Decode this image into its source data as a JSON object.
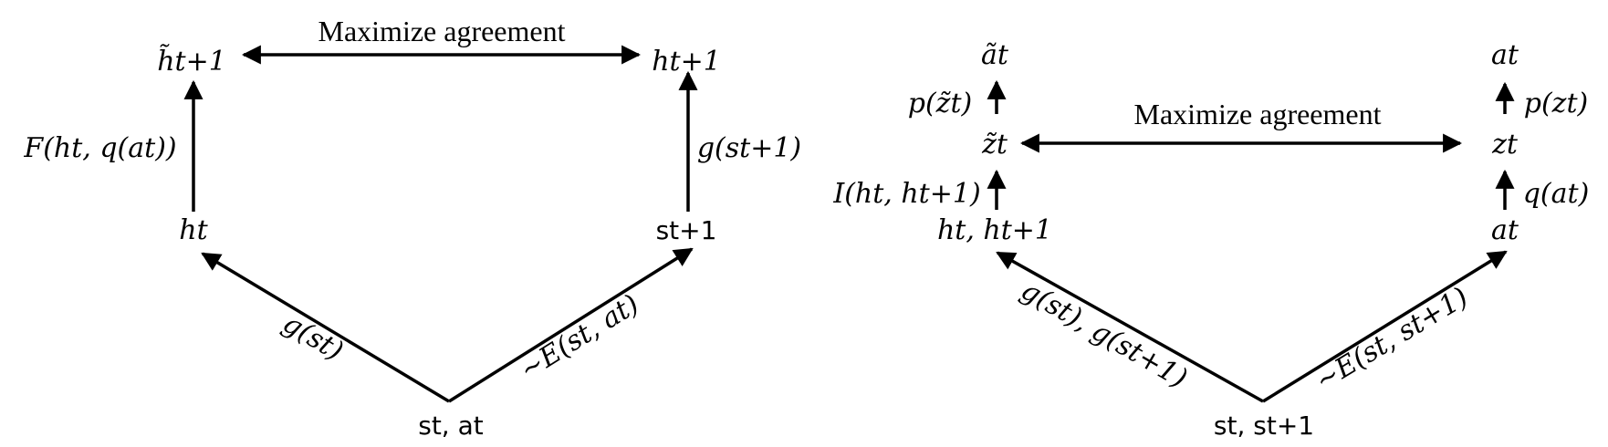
{
  "left": {
    "node_h_tilde_t1": "h̃t+1",
    "node_h_t1": "ht+1",
    "node_h_t": "ht",
    "node_s_t1": "st+1",
    "node_root": "st, at",
    "edge_top": "Maximize agreement",
    "edge_left_vertical": "F(ht, q(at))",
    "edge_right_vertical": "g(st+1)",
    "edge_left_diag": "g(st)",
    "edge_right_diag": "~E(st, at)"
  },
  "right": {
    "node_a_tilde_t": "ãt",
    "node_a_t_top": "at",
    "node_z_tilde_t": "z̃t",
    "node_z_t": "zt",
    "node_h_pair": "ht, ht+1",
    "node_a_t_mid": "at",
    "node_root": "st, st+1",
    "edge_mid": "Maximize agreement",
    "edge_p_z_tilde": "p(z̃t)",
    "edge_p_z": "p(zt)",
    "edge_I": "I(ht, ht+1)",
    "edge_q": "q(at)",
    "edge_left_diag": "g(st), g(st+1)",
    "edge_right_diag": "~E(st, st+1)"
  }
}
